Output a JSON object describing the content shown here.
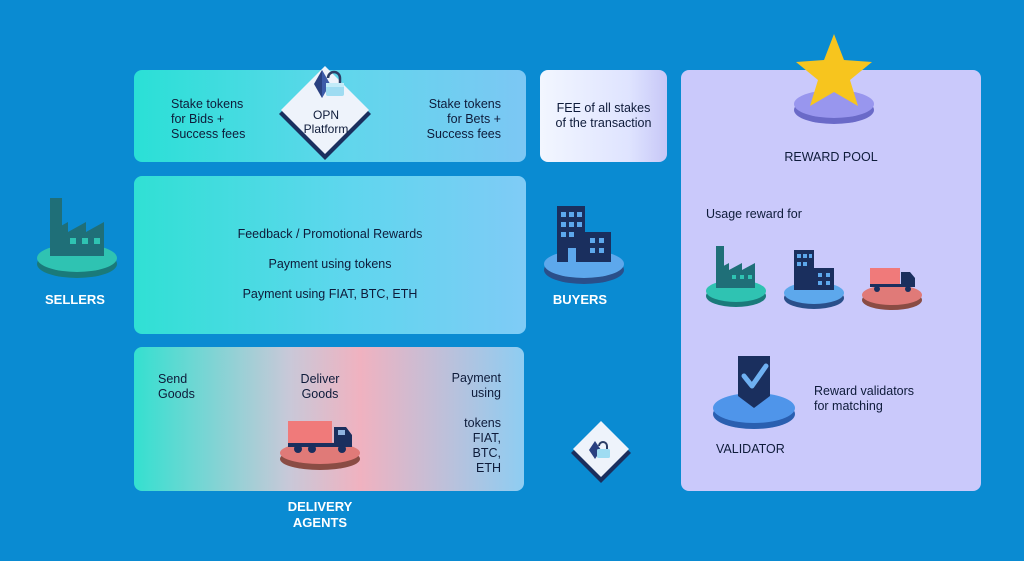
{
  "platform": {
    "title_line1": "OPN",
    "title_line2": "Platform",
    "left_stake_lines": [
      "Stake tokens",
      "for Bids +",
      "Success fees"
    ],
    "right_stake_lines": [
      "Stake tokens",
      "for Bets +",
      "Success fees"
    ]
  },
  "fee": {
    "lines": [
      "FEE of all stakes",
      "of the transaction"
    ]
  },
  "middle": {
    "line1": "Feedback / Promotional Rewards",
    "line2": "Payment using tokens",
    "line3": "Payment using FIAT, BTC, ETH"
  },
  "delivery": {
    "send_lines": [
      "Send",
      "Goods"
    ],
    "deliver_lines": [
      "Deliver",
      "Goods"
    ],
    "payment_lines": [
      "Payment",
      "using"
    ],
    "token_lines": [
      "tokens",
      "FIAT,",
      "BTC,",
      "ETH"
    ]
  },
  "actors": {
    "sellers": "SELLERS",
    "buyers": "BUYERS",
    "delivery_lines": [
      "DELIVERY",
      "AGENTS"
    ]
  },
  "reward_pool": {
    "title": "REWARD POOL",
    "usage_label": "Usage reward for",
    "validator_label": "VALIDATOR",
    "validator_reward_lines": [
      "Reward validators",
      "for matching"
    ]
  },
  "colors": {
    "background": "#0a8bd2",
    "navy_icon": "#1a2f5e",
    "reward_panel": "#cac9fb",
    "star": "#f7c51e",
    "truck_red": "#f07a7a"
  },
  "icons": [
    "lock-diamond-icon",
    "factory-icon",
    "buildings-icon",
    "truck-icon",
    "star-icon",
    "shield-check-icon"
  ]
}
